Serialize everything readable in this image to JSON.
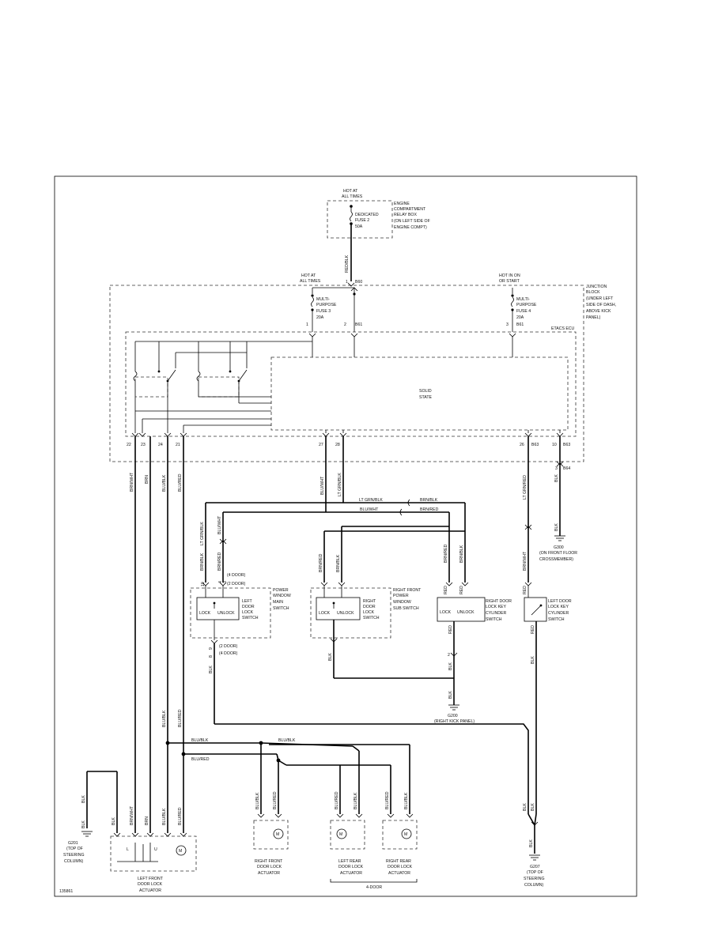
{
  "frame_code": "135861",
  "relay_box": {
    "hot": [
      "HOT AT",
      "ALL TIMES"
    ],
    "fuse": [
      "DEDICATED",
      "FUSE 2",
      "50A"
    ],
    "name": [
      "ENGINE",
      "COMPARTMENT",
      "RELAY BOX",
      "(ON LEFT SIDE OF",
      "ENGINE COMPT)"
    ],
    "wire": "RED/BLK"
  },
  "junction_block": {
    "name": [
      "JUNCTION",
      "BLOCK",
      "(UNDER LEFT",
      "SIDE OF DASH,",
      "ABOVE KICK",
      "PANEL)"
    ],
    "hot_left": [
      "HOT AT",
      "ALL TIMES"
    ],
    "hot_right": [
      "HOT IN ON",
      "OR START"
    ],
    "fuse3": [
      "MULTI-",
      "PURPOSE",
      "FUSE 3",
      "20A"
    ],
    "fuse4": [
      "MULTI-",
      "PURPOSE",
      "FUSE 4",
      "20A"
    ],
    "b60": "B60",
    "b61a": "B61",
    "b61b": "B61",
    "pin1": "1",
    "pin2": "2",
    "pin3": "3",
    "pin1b": "1",
    "pin3b": "3",
    "etacs": "ETACS ECU",
    "solid_state": [
      "SOLID",
      "STATE"
    ],
    "pins": [
      "22",
      "23",
      "24",
      "21",
      "27",
      "28",
      "26",
      "10"
    ],
    "b63a": "B63",
    "b63b": "B63",
    "b64": "B64",
    "pin3c": "3"
  },
  "wires": {
    "w22": "BRN/WHT",
    "w23": "BRN",
    "w24": "BLU/BLK",
    "w21": "BLU/RED",
    "w27": "BLU/WHT",
    "w28": "LT GRN/BLK",
    "w26": "LT GRN/RED",
    "w10": "BLK",
    "top_ltgrn": "LT GRN/BLK",
    "top_brnblk": "BRN/BLK",
    "top_bluwht": "BLU/WHT",
    "top_brnred": "BRN/RED",
    "main_ltgrn": "LT GRN/BLK",
    "main_bluwht": "BLU/WHT",
    "main_brnblk": "BRN/BLK",
    "main_brnred": "BRN/RED",
    "sub_brnred": "BRN/RED",
    "sub_brnblk": "BRN/BLK",
    "rk_brnred": "BRN/RED",
    "rk_brnblk": "BRN/BLK",
    "rk_red1": "RED",
    "rk_red2": "RED",
    "lk_brnwht": "BRN/WHT",
    "lk_red": "RED",
    "g300_blk": "BLK"
  },
  "ground_g300": [
    "G300",
    "(ON FRONT FLOOR",
    "CROSSMEMBER)"
  ],
  "door_note_a": "(4 DOOR)",
  "door_note_b": "(2 DOOR)",
  "door_note_c": "(2 DOOR)",
  "door_note_d": "(4 DOOR)",
  "main_switch": {
    "name": [
      "POWER",
      "WINDOW",
      "MAIN",
      "SWITCH"
    ],
    "lock": "LOCK",
    "unlock": "UNLOCK",
    "sw": [
      "LEFT",
      "DOOR",
      "LOCK",
      "SWITCH"
    ],
    "pins_top": [
      "10",
      "4",
      "3"
    ],
    "pins_bot": [
      "9",
      "8"
    ],
    "blk": "BLK"
  },
  "sub_switch": {
    "name": [
      "RIGHT FRONT",
      "POWER",
      "WINDOW",
      "SUB SWITCH"
    ],
    "lock": "LOCK",
    "unlock": "UNLOCK",
    "sw": [
      "RIGHT",
      "DOOR",
      "LOCK",
      "SWITCH"
    ],
    "blk": "BLK"
  },
  "rk_switch": {
    "name": [
      "RIGHT DOOR",
      "LOCK KEY",
      "CYLINDER",
      "SWITCH"
    ],
    "lock": "LOCK",
    "unlock": "UNLOCK",
    "red": "RED",
    "pin": "2",
    "blk1": "BLK",
    "blk2": "BLK"
  },
  "lk_switch": {
    "name": [
      "LEFT DOOR",
      "LOCK KEY",
      "CYLINDER",
      "SWITCH"
    ],
    "red": "RED",
    "blk": "BLK"
  },
  "ground_g200": [
    "G200",
    "(RIGHT KICK PANEL)"
  ],
  "act_wires": {
    "bus_blublk1": "BLU/BLK",
    "bus_blublk2": "BLU/BLK",
    "bus_blured": "BLU/RED",
    "lf_blk": "BLK",
    "lf_brnwht": "BRN/WHT",
    "lf_brn": "BRN",
    "lf_blublk": "BLU/BLK",
    "lf_blured": "BLU/RED",
    "v_blublk": "BLU/BLK",
    "v_blured": "BLU/RED",
    "rf_blublk": "BLU/BLK",
    "rf_blured": "BLU/RED",
    "lr_blured": "BLU/RED",
    "lr_blublk": "BLU/BLK",
    "rr_blured": "BLU/RED",
    "rr_blublk": "BLU/BLK",
    "gnd_blk": "BLK",
    "gnd_blk2": "BLK",
    "g207_blk1": "BLK",
    "g207_blk2": "BLK",
    "g207_blk3": "BLK"
  },
  "ground_g201": [
    "G201",
    "(TOP OF",
    "STEERING",
    "COLUMN)"
  ],
  "ground_g207": [
    "G207",
    "(TOP OF",
    "STEERING",
    "COLUMN)"
  ],
  "lf_actuator": {
    "name": [
      "LEFT FRONT",
      "DOOR LOCK",
      "ACTUATOR"
    ],
    "l": "L",
    "u": "U",
    "m": "M"
  },
  "rf_actuator": {
    "name": [
      "RIGHT FRONT",
      "DOOR LOCK",
      "ACTUATOR"
    ],
    "m": "M"
  },
  "lr_actuator": {
    "name": [
      "LEFT REAR",
      "DOOR LOCK",
      "ACTUATOR"
    ],
    "m": "M"
  },
  "rr_actuator": {
    "name": [
      "RIGHT REAR",
      "DOOR LOCK",
      "ACTUATOR"
    ],
    "m": "M"
  },
  "four_door": "4-DOOR"
}
